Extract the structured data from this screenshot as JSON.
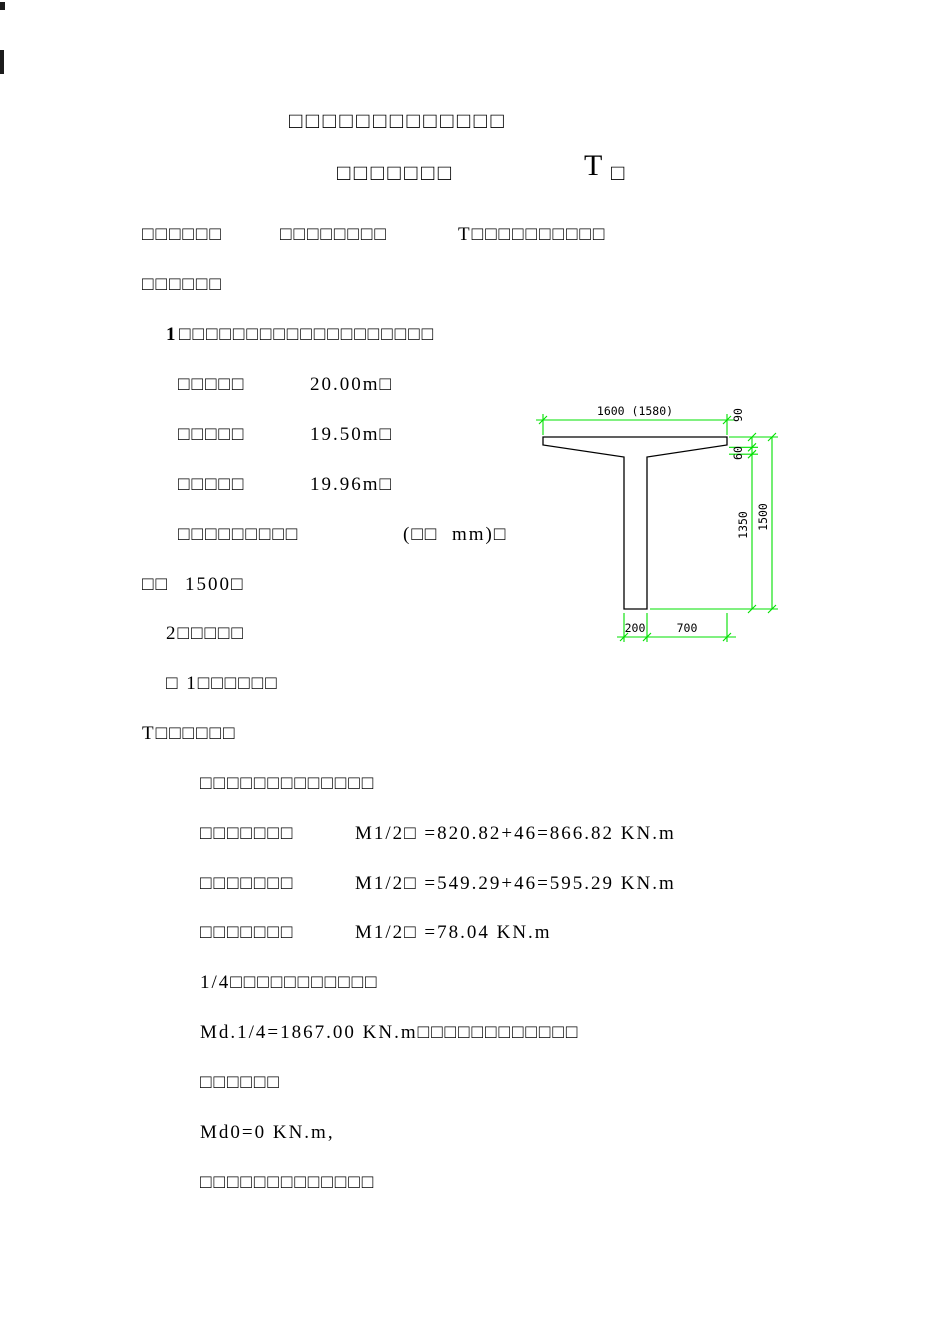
{
  "doc": {
    "title1": "□□□□□□□□□□□□□",
    "title2a": "□□□□□□□",
    "title2b": "T",
    "title2c": "□",
    "l3a": "□□□□□□",
    "l3b": "□□□□□□□□",
    "l3c": "T□□□□□□□□□□",
    "l4": "□□□□□□",
    "l5a": "1",
    "l5b": "□□□□□□□□□□□□□□□□□□□",
    "l6a": "□□□□□",
    "l6b": "20.00m□",
    "l7a": "□□□□□",
    "l7b": "19.50m□",
    "l8a": "□□□□□",
    "l8b": "19.96m□",
    "l9a": "□□□□□□□□□",
    "l9b": "(□□",
    "l9c": "mm)□",
    "l10a": "□□",
    "l10b": "1500□",
    "l11": "2□□□□□",
    "l12": "□ 1□□□□□□",
    "l13": "T□□□□□□",
    "l14": "□□□□□□□□□□□□□",
    "l15a": "□□□□□□□",
    "l15b": "M1/2□ =820.82+46=866.82 KN.m",
    "l16a": "□□□□□□□",
    "l16b": "M1/2□ =549.29+46=595.29 KN.m",
    "l17a": "□□□□□□□",
    "l17b": "M1/2□ =78.04 KN.m",
    "l18": "1/4□□□□□□□□□□□",
    "l19": "Md.1/4=1867.00 KN.m□□□□□□□□□□□□",
    "l20": "□□□□□□",
    "l21": "Md0=0 KN.m,",
    "l22": "□□□□□□□□□□□□□"
  },
  "drawing": {
    "dim_top": "1600 (1580)",
    "dim_90": "90",
    "dim_60": "60",
    "dim_1350": "1350",
    "dim_1500": "1500",
    "dim_200": "200",
    "dim_700": "700",
    "line_color": "#00e000"
  }
}
